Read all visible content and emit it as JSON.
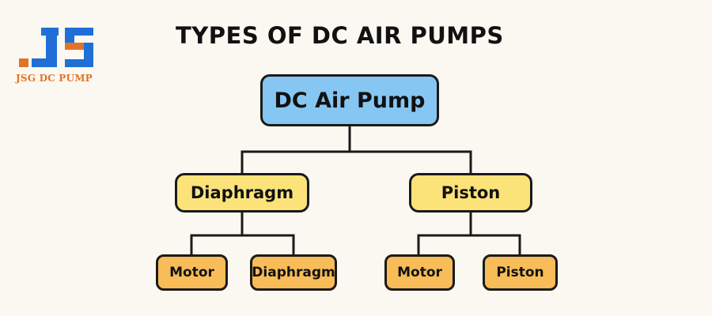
{
  "logo": {
    "mark": "JS",
    "text": "JSG DC PUMP",
    "colors": {
      "blue": "#1f6fd6",
      "orange": "#e2732a"
    }
  },
  "title": "TYPES OF DC AIR PUMPS",
  "diagram": {
    "root": {
      "label": "DC Air Pump",
      "color": "#86c6f2"
    },
    "branches": [
      {
        "label": "Diaphragm",
        "color": "#fbe37a",
        "children": [
          {
            "label": "Motor"
          },
          {
            "label": "Diaphragm"
          }
        ]
      },
      {
        "label": "Piston",
        "color": "#fbe37a",
        "children": [
          {
            "label": "Motor"
          },
          {
            "label": "Piston"
          }
        ]
      }
    ],
    "leaf_color": "#f8bc58",
    "line_color": "#1a1a1a"
  }
}
